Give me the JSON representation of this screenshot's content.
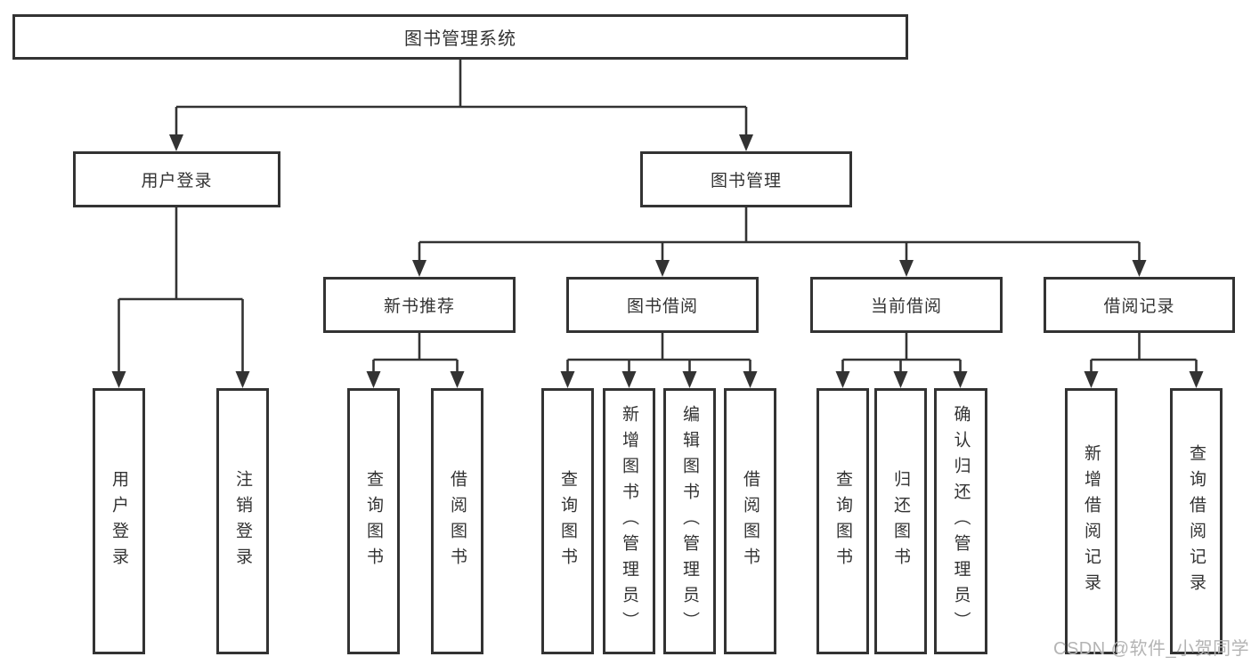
{
  "diagram": {
    "type": "hierarchy-tree",
    "root": {
      "label": "图书管理系统"
    },
    "branches": [
      {
        "label": "用户登录",
        "children": [
          {
            "label": "用户登录"
          },
          {
            "label": "注销登录"
          }
        ]
      },
      {
        "label": "图书管理",
        "children": [
          {
            "label": "新书推荐",
            "children": [
              {
                "label": "查询图书"
              },
              {
                "label": "借阅图书"
              }
            ]
          },
          {
            "label": "图书借阅",
            "children": [
              {
                "label": "查询图书"
              },
              {
                "label": "新增图书（管理员）"
              },
              {
                "label": "编辑图书（管理员）"
              },
              {
                "label": "借阅图书"
              }
            ]
          },
          {
            "label": "当前借阅",
            "children": [
              {
                "label": "查询图书"
              },
              {
                "label": "归还图书"
              },
              {
                "label": "确认归还（管理员）"
              }
            ]
          },
          {
            "label": "借阅记录",
            "children": [
              {
                "label": "新增借阅记录"
              },
              {
                "label": "查询借阅记录"
              }
            ]
          }
        ]
      }
    ]
  },
  "watermark": {
    "text": "CSDN @软件_小贺同学"
  },
  "colors": {
    "line": "#333333",
    "box_border": "#333333",
    "text": "#333333",
    "watermark": "#b4b4b4",
    "background": "#ffffff"
  }
}
